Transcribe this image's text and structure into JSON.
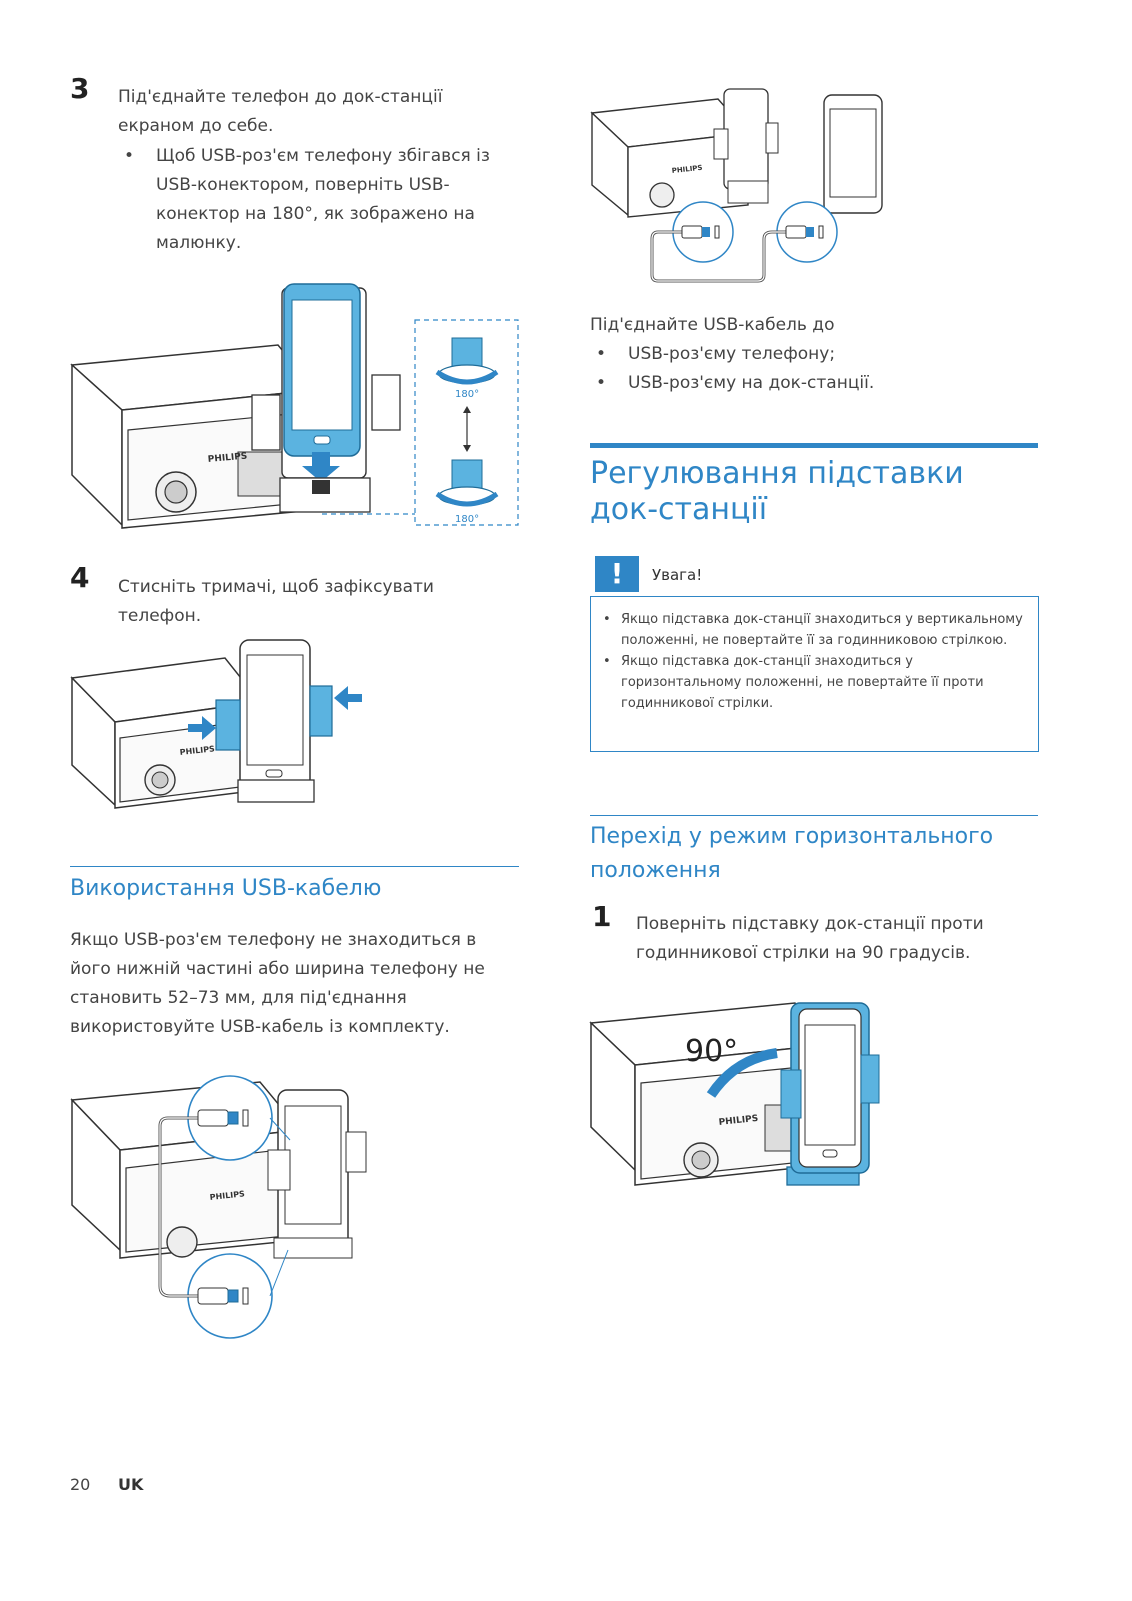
{
  "left_column": {
    "step3": {
      "number": "3",
      "text_line1": "Під'єднайте телефон до док-станції",
      "text_line2": "екраном до себе.",
      "bullet": "Щоб USB-роз'єм телефону збігався із USB-конектором, поверніть USB-конектор на 180°, як зображено на малюнку."
    },
    "figure1": {
      "angle_label_top": "180°",
      "angle_label_bottom": "180°",
      "brand": "PHILIPS"
    },
    "step4": {
      "number": "4",
      "text": "Стисніть тримачі, щоб зафіксувати телефон."
    },
    "figure2": {
      "brand": "PHILIPS"
    },
    "usb_section": {
      "heading": "Використання USB-кабелю",
      "paragraph": "Якщо USB-роз'єм телефону не знаходиться в його нижній частині або ширина телефону не становить 52–73 мм, для під'єднання використовуйте USB-кабель із комплекту."
    },
    "figure3": {
      "brand": "PHILIPS"
    }
  },
  "right_column": {
    "figure4": {
      "brand": "PHILIPS"
    },
    "connect": {
      "intro": "Під'єднайте USB-кабель до",
      "bullets": [
        "USB-роз'єму телефону;",
        "USB-роз'єму на док-станції."
      ]
    },
    "adjust_section": {
      "heading": "Регулювання підставки док-станції"
    },
    "caution": {
      "icon": "!",
      "title": "Увага!",
      "items": [
        "Якщо підставка док-станції знаходиться у вертикальному положенні, не повертайте її за годинниковою стрілкою.",
        "Якщо підставка док-станції знаходиться у горизонтальному положенні, не повертайте її проти годинникової стрілки."
      ]
    },
    "landscape_section": {
      "heading": "Перехід у режим горизонтального положення",
      "step1": {
        "number": "1",
        "text": "Поверніть підставку док-станції проти годинникової стрілки на 90 градусів."
      }
    },
    "figure5": {
      "angle_label": "90°",
      "brand": "PHILIPS"
    }
  },
  "footer": {
    "page_number": "20",
    "language": "UK"
  },
  "colors": {
    "accent": "#2f86c6",
    "device_blue": "#5bb3e0",
    "text": "#444444"
  }
}
